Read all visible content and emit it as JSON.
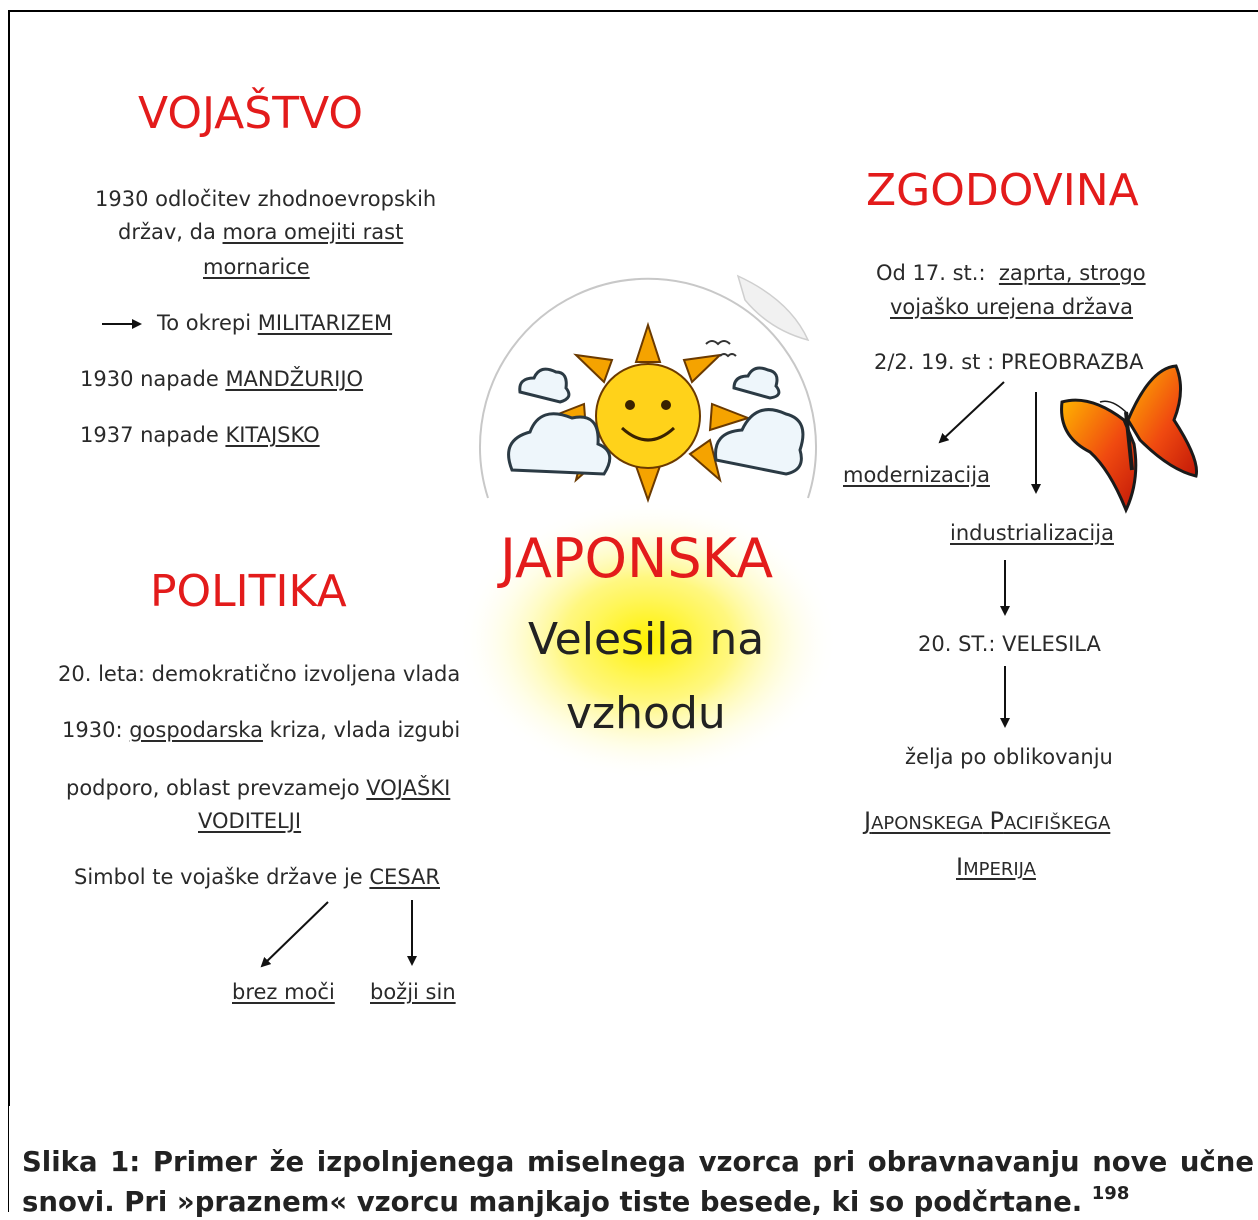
{
  "vojastvo": {
    "title": "VOJAŠTVO",
    "line1": "1930 odločitev zhodnoevropskih",
    "line2_prefix": "držav, da",
    "line2_underlined": "mora omejiti rast",
    "line3_underlined": "mornarice",
    "arrow_prefix": "To okrepi",
    "arrow_underlined": "MILITARIZEM",
    "l4_prefix": "1930 napade",
    "l4_underlined": "MANDŽURIJO",
    "l5_prefix": "1937 napade",
    "l5_underlined": "KITAJSKO"
  },
  "zgodovina": {
    "title": "ZGODOVINA",
    "l1_prefix": "Od 17. st.:",
    "l1_underlined": "zaprta, strogo",
    "l2_underlined": "vojaško urejena država",
    "l3": "2/2. 19. st : PREOBRAZBA",
    "modernizacija": "modernizacija",
    "industrializacija": "industrializacija",
    "velesila": "20. ST.: VELESILA",
    "zelja": "želja po oblikovanju",
    "imperij_J": "J",
    "imperij_1": "APONSKEGA",
    "imperij_P": "P",
    "imperij_2": "ACIFIŠKEGA",
    "imperij_I": "I",
    "imperij_3": "MPERIJA"
  },
  "center": {
    "title": "JAPONSKA",
    "subtitle1": "Velesila na",
    "subtitle2": "vzhodu"
  },
  "politika": {
    "title": "POLITIKA",
    "l1": "20. leta: demokratično izvoljena vlada",
    "l2_prefix": "1930:",
    "l2_underlined": "gospodarska",
    "l2_suffix": "kriza, vlada izgubi",
    "l3_prefix": "podporo, oblast prevzamejo",
    "l3_underlined": "VOJAŠKI",
    "l4_underlined": "VODITELJI",
    "l5_prefix": "Simbol te vojaške države je",
    "l5_underlined": "CESAR",
    "left_branch": "brez moči",
    "right_branch": "božji sin"
  },
  "caption": {
    "line1": "Slika 1: Primer že izpolnjenega miselnega vzorca pri obravnavanju nove učne",
    "line2": "snovi. Pri »praznem« vzorcu manjkajo tiste besede, ki so podčrtane.",
    "footnote": "198"
  },
  "colors": {
    "heading": "#e31b1b",
    "sun": "#f7b500",
    "glow": "#fff23a"
  }
}
